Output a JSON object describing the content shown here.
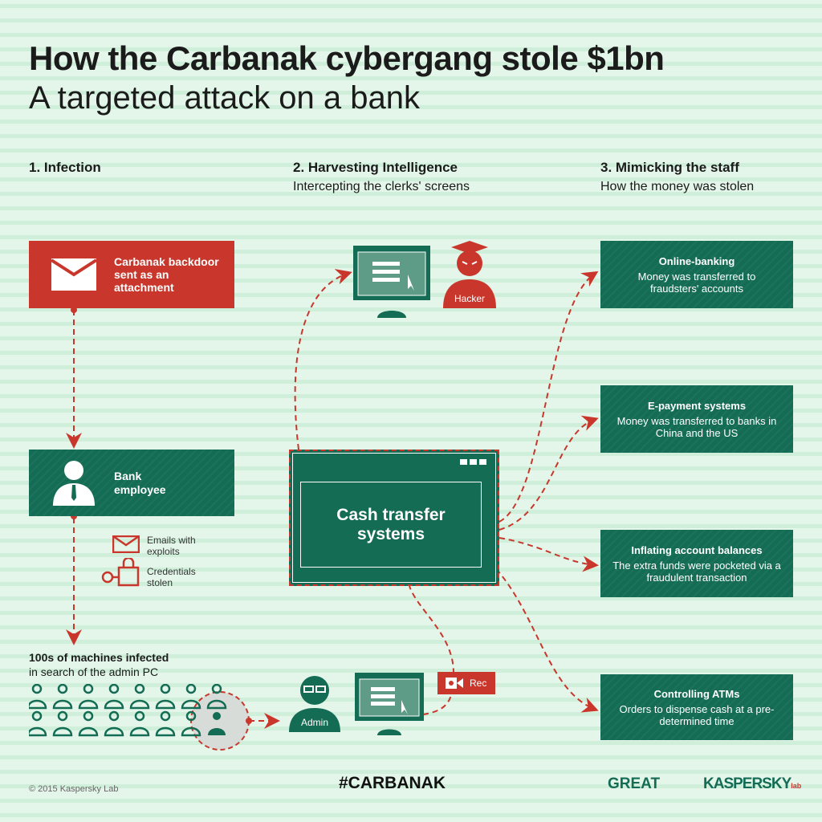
{
  "title": "How the Carbanak cybergang stole $1bn",
  "subtitle": "A targeted attack on a bank",
  "columns": [
    {
      "heading": "1. Infection"
    },
    {
      "heading": "2. Harvesting Intelligence",
      "sub": "Intercepting the clerks' screens"
    },
    {
      "heading": "3. Mimicking the staff",
      "sub": "How the money was stolen"
    }
  ],
  "infection": {
    "attachment": "Carbanak backdoor sent as an attachment",
    "employee": "Bank employee",
    "emails": "Emails with exploits",
    "credentials": "Credentials stolen",
    "machines_title": "100s of machines infected",
    "machines_sub": "in search of the admin PC"
  },
  "harvest": {
    "hacker": "Hacker",
    "admin": "Admin",
    "rec": "Rec",
    "cash": "Cash transfer systems"
  },
  "methods": [
    {
      "title": "Online-banking",
      "desc": "Money was transferred to fraudsters' accounts"
    },
    {
      "title": "E-payment systems",
      "desc": "Money was transferred to banks in China and the US"
    },
    {
      "title": "Inflating account balances",
      "desc": "The extra funds were pocketed via a fraudulent transaction"
    },
    {
      "title": "Controlling ATMs",
      "desc": "Orders to dispense cash at a pre-determined time"
    }
  ],
  "footer": {
    "copyright": "© 2015 Kaspersky Lab",
    "hashtag": "#CARBANAK",
    "great": "GREAT",
    "kaspersky": "KASPERSKY",
    "lab": "lab"
  },
  "colors": {
    "red": "#c9372c",
    "green": "#146c55",
    "background": "#e4f6ea"
  }
}
